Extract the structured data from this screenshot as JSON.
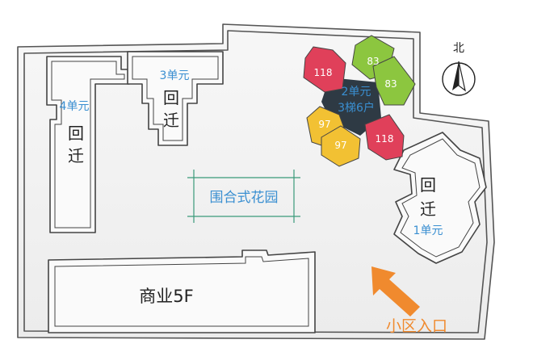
{
  "plan": {
    "north_label": "北",
    "buildings": {
      "unit1": {
        "name": "1单元",
        "tag_1": "回",
        "tag_2": "迁"
      },
      "unit2": {
        "name": "2单元",
        "desc": "3梯6户"
      },
      "unit3": {
        "name": "3单元",
        "tag_1": "回",
        "tag_2": "迁"
      },
      "unit4": {
        "name": "4单元",
        "tag_1": "回",
        "tag_2": "迁"
      }
    },
    "apartments": [
      {
        "size": "118",
        "color": "#e0405a"
      },
      {
        "size": "83",
        "color": "#8cc63f"
      },
      {
        "size": "83",
        "color": "#8cc63f"
      },
      {
        "size": "97",
        "color": "#f2c133"
      },
      {
        "size": "97",
        "color": "#f2c133"
      },
      {
        "size": "118",
        "color": "#e0405a"
      }
    ],
    "garden_label": "围合式花园",
    "commercial_label": "商业5F",
    "entrance_label": "小区入口",
    "colors": {
      "unit_label": "#3a8fd1",
      "entrance": "#f08a2e",
      "core": "#2e3a44"
    }
  }
}
